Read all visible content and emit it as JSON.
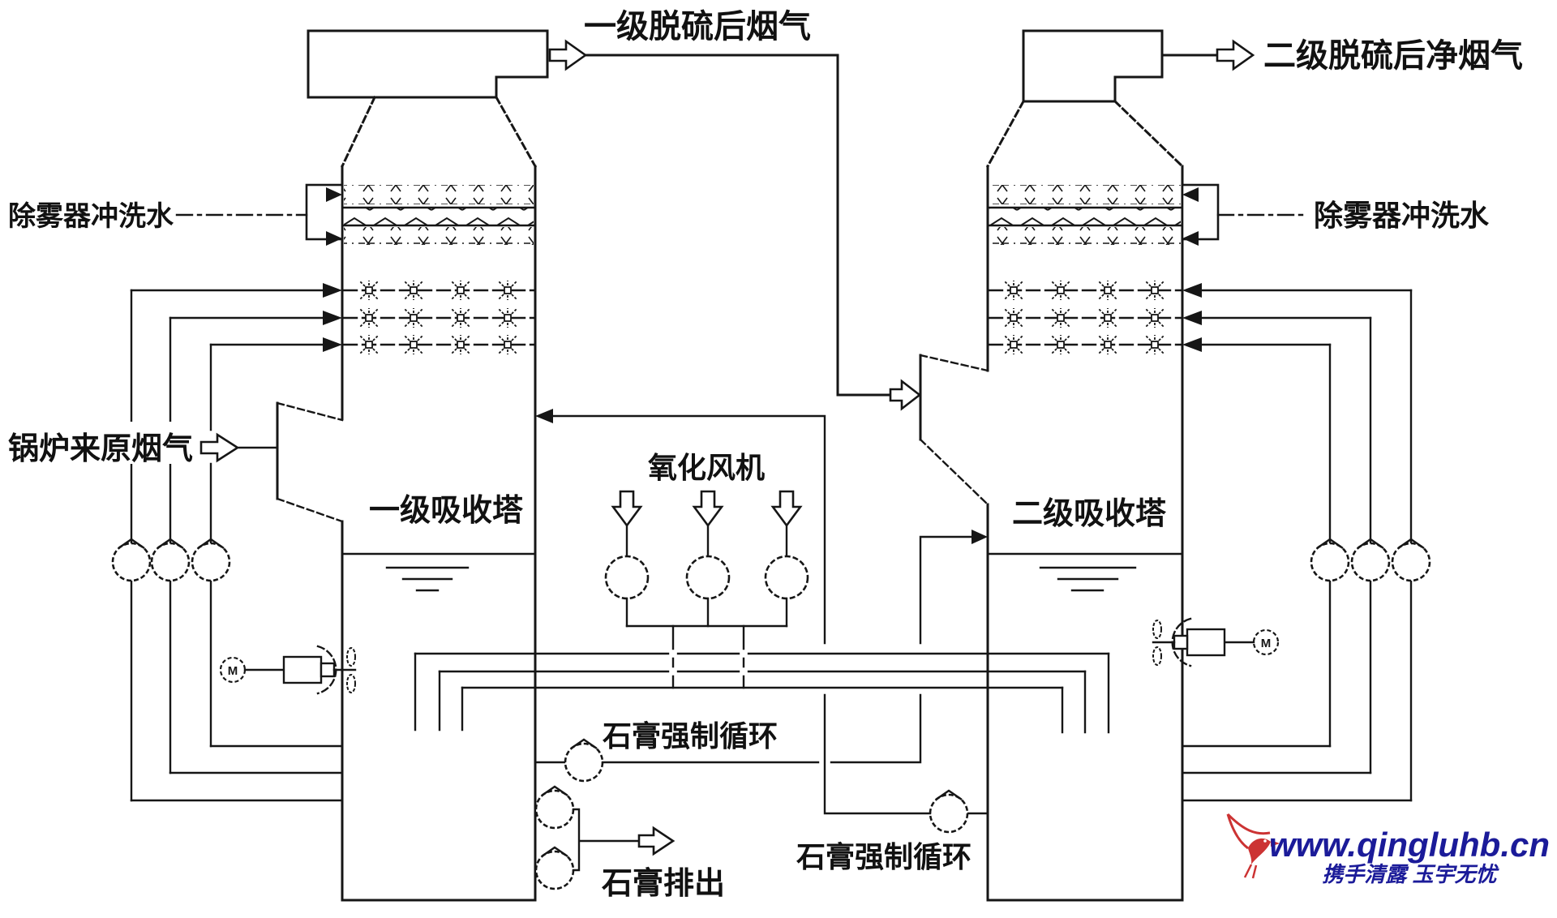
{
  "labels": {
    "stage1_outlet_gas": "一级脱硫后烟气",
    "stage2_clean_gas": "二级脱硫后净烟气",
    "demister_flush_left": "除雾器冲洗水",
    "demister_flush_right": "除雾器冲洗水",
    "raw_flue_gas_from_boiler": "锅炉来原烟气",
    "tower1_name": "一级吸收塔",
    "tower2_name": "二级吸收塔",
    "oxidation_fan": "氧化风机",
    "gypsum_forced_circulation_left": "石膏强制循环",
    "gypsum_forced_circulation_right": "石膏强制循环",
    "gypsum_discharge": "石膏排出",
    "agitator_motor_left": "M",
    "agitator_motor_right": "M"
  },
  "watermark": {
    "website": "www.qingluhb.cn",
    "slogan": "携手清露 玉宇无忧",
    "text_color": "#1b1b99",
    "logo_color": "#cc3333"
  },
  "colors": {
    "line": "#161616",
    "background": "#ffffff"
  }
}
